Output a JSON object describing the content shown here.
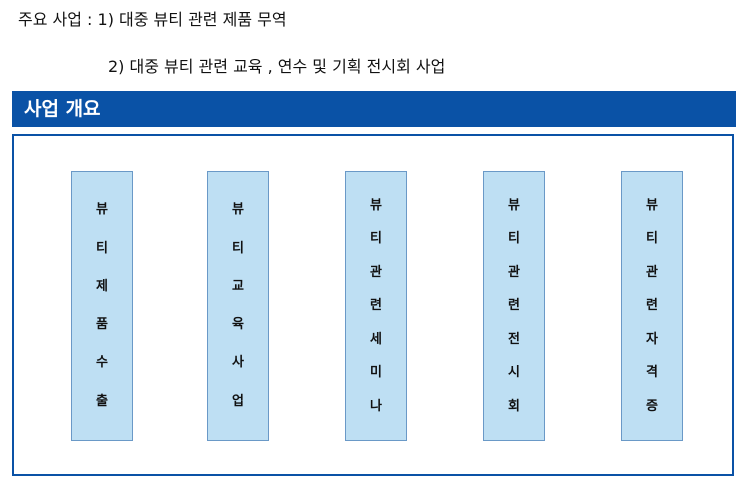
{
  "intro": {
    "line1": "주요 사업 : 1) 대중 뷰티 관련 제품 무역",
    "line2": "2) 대중 뷰티 관련 교육 , 연수 및 기획 전시회 사업"
  },
  "section": {
    "title": "사업 개요"
  },
  "pillars": [
    {
      "label": "뷰티제품수출"
    },
    {
      "label": "뷰티교육사업"
    },
    {
      "label": "뷰티관련세미나"
    },
    {
      "label": "뷰티관련전시회"
    },
    {
      "label": "뷰티관련자격증"
    }
  ],
  "colors": {
    "header_bg": "#0a52a6",
    "pillar_bg": "#bedff3",
    "pillar_border": "#6a99c7"
  }
}
